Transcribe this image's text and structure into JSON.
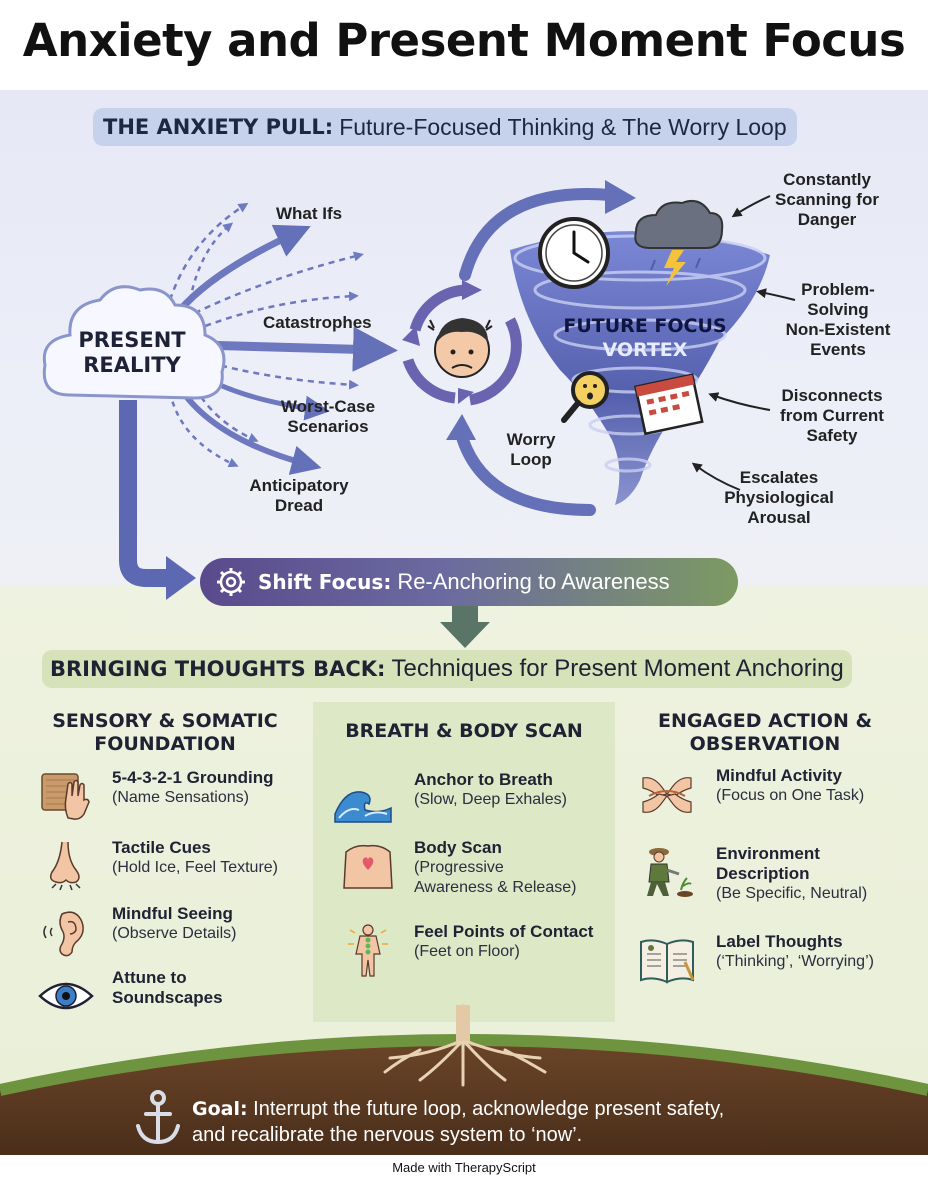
{
  "title": "Anxiety and Present Moment Focus",
  "anxiety_section": {
    "heading_bold": "THE ANXIETY PULL:",
    "heading_rest": "Future-Focused Thinking & The Worry Loop",
    "cloud_line1": "PRESENT",
    "cloud_line2": "REALITY",
    "arrow_labels": [
      "What Ifs",
      "Catastrophes",
      "Worst-Case",
      "Scenarios",
      "Anticipatory",
      "Dread"
    ],
    "worry_loop_line1": "Worry",
    "worry_loop_line2": "Loop",
    "vortex_line1": "FUTURE FOCUS",
    "vortex_line2": "VORTEX",
    "effects": [
      [
        "Constantly",
        "Scanning for",
        "Danger"
      ],
      [
        "Problem-",
        "Solving",
        "Non-Existent",
        "Events"
      ],
      [
        "Disconnects",
        "from Current",
        "Safety"
      ],
      [
        "Escalates",
        "Physiological",
        "Arousal"
      ]
    ]
  },
  "shift": {
    "bold": "Shift Focus:",
    "rest": "Re-Anchoring to Awareness"
  },
  "techniques_section": {
    "heading_bold": "BRINGING THOUGHTS BACK:",
    "heading_rest": "Techniques for Present Moment Anchoring",
    "columns": [
      {
        "title_line1": "SENSORY & SOMATIC",
        "title_line2": "FOUNDATION",
        "items": [
          {
            "icon": "hand-texture-icon",
            "title": "5-4-3-2-1 Grounding",
            "sub": "(Name Sensations)"
          },
          {
            "icon": "nose-icon",
            "title": "Tactile Cues",
            "sub": "(Hold Ice, Feel Texture)"
          },
          {
            "icon": "ear-icon",
            "title": "Mindful Seeing",
            "sub": "(Observe Details)"
          },
          {
            "icon": "eye-icon",
            "title": "Attune to",
            "sub": "Soundscapes"
          }
        ]
      },
      {
        "title_line1": "BREATH & BODY SCAN",
        "title_line2": "",
        "items": [
          {
            "icon": "wave-icon",
            "title": "Anchor to Breath",
            "sub": "(Slow, Deep Exhales)"
          },
          {
            "icon": "torso-heart-icon",
            "title": "Body Scan",
            "sub": "(Progressive",
            "sub2": "Awareness & Release)"
          },
          {
            "icon": "body-chakra-icon",
            "title": "Feel Points of Contact",
            "sub": "(Feet on Floor)"
          }
        ]
      },
      {
        "title_line1": "ENGAGED ACTION &",
        "title_line2": "OBSERVATION",
        "items": [
          {
            "icon": "hands-tying-icon",
            "title": "Mindful Activity",
            "sub": "(Focus on One Task)"
          },
          {
            "icon": "gardener-icon",
            "title": "Environment",
            "title2": "Description",
            "sub": "(Be Specific, Neutral)"
          },
          {
            "icon": "journal-icon",
            "title": "Label Thoughts",
            "sub": "(‘Thinking’, ‘Worrying’)"
          }
        ]
      }
    ]
  },
  "goal": {
    "bold": "Goal:",
    "line1": "Interrupt the future loop, acknowledge present safety,",
    "line2": "and recalibrate the nervous system to ‘now’."
  },
  "footer": "Made with TherapyScript",
  "colors": {
    "top_bg": "#e6e8f5",
    "bottom_bg": "#eef2e0",
    "vortex": "#5e66b4",
    "grass": "#6f9440",
    "soil": "#5a3a22"
  }
}
